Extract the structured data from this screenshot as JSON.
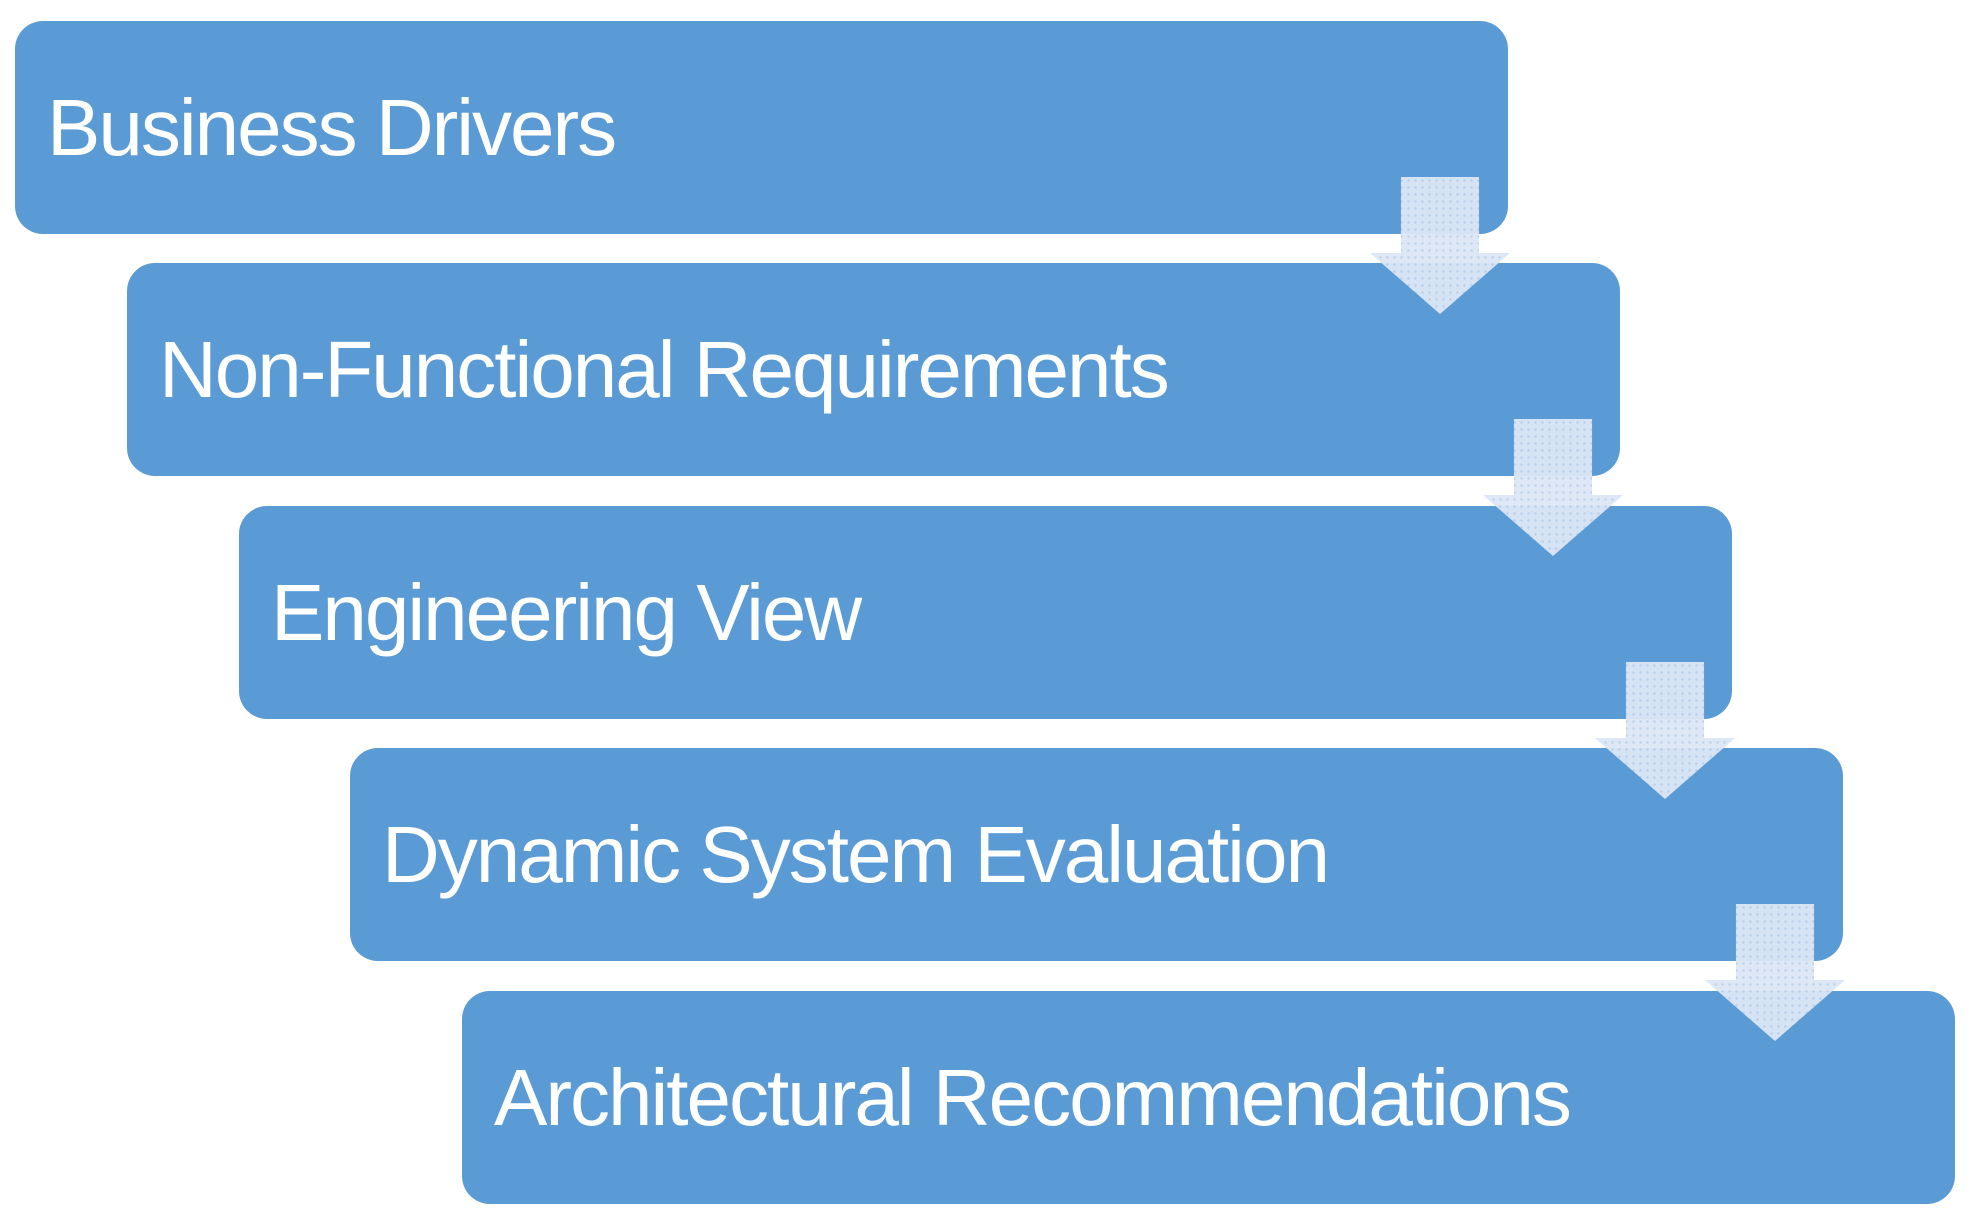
{
  "diagram": {
    "type": "cascading-process-flow",
    "direction": "top-left to bottom-right",
    "steps": [
      {
        "label": "Business Drivers"
      },
      {
        "label": "Non-Functional Requirements"
      },
      {
        "label": "Engineering View"
      },
      {
        "label": "Dynamic System Evaluation"
      },
      {
        "label": "Architectural Recommendations"
      }
    ],
    "connector": "down-arrow"
  },
  "colors": {
    "box_fill": "#5B9BD5",
    "arrow_fill": "#DCE6F5",
    "arrow_dot": "#BFD3EC",
    "text": "#FFFFFF",
    "background": "#FFFFFF"
  }
}
